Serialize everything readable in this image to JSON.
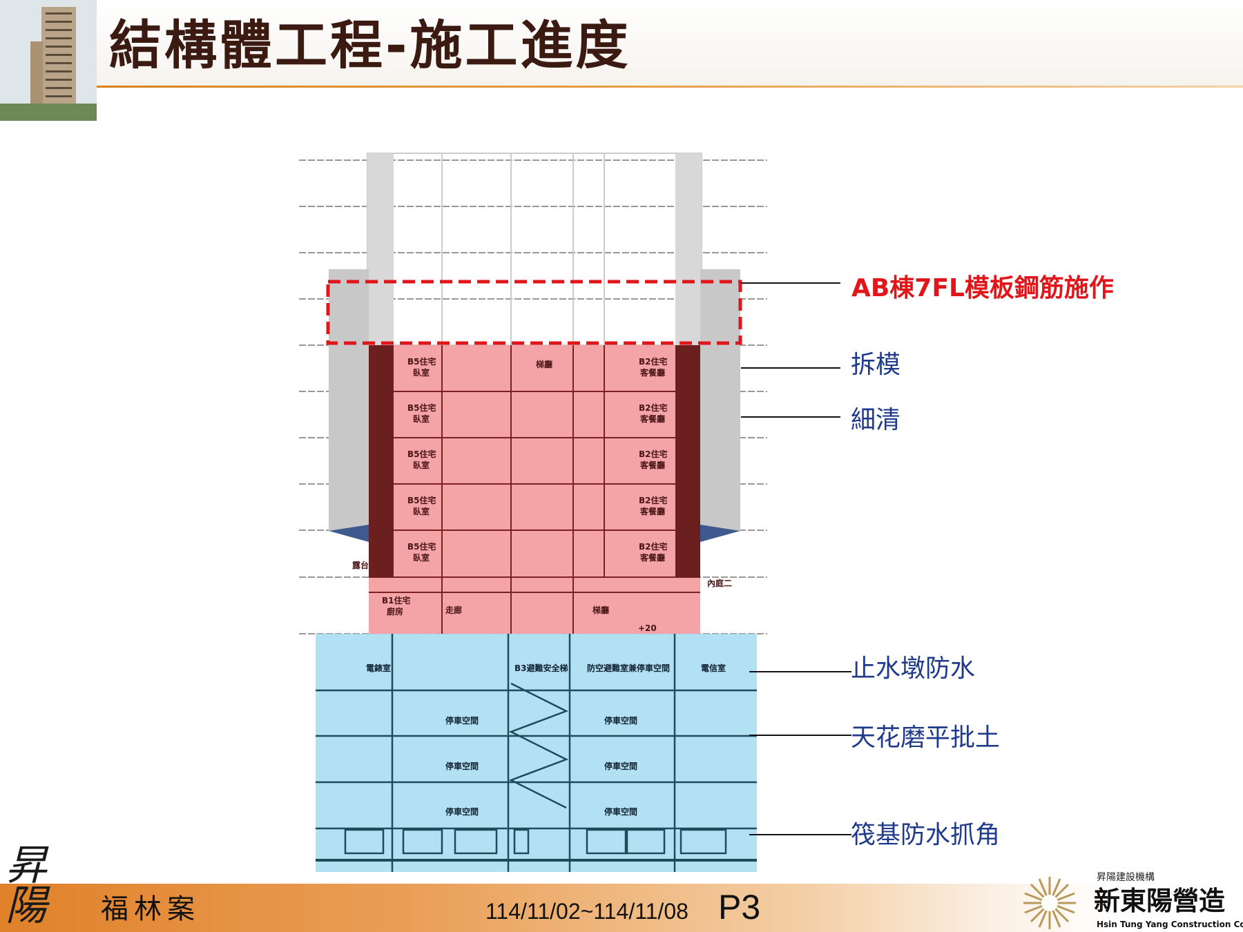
{
  "header": {
    "title": "結構體工程-施工進度"
  },
  "annotations": {
    "current_work": "AB棟7FL模板鋼筋施作",
    "formwork_removal": "拆模",
    "cleaning": "細清",
    "waterstop": "止水墩防水",
    "ceiling": "天花磨平批土",
    "raft": "筏基防水抓角"
  },
  "drawing": {
    "room_b5": "B5住宅",
    "room_b5_sub": "臥室",
    "room_stair": "梯廳",
    "room_b2": "B2住宅",
    "room_b2_sub": "客餐廳",
    "room_b1": "B1住宅",
    "room_b1_sub": "廚房",
    "corridor": "走廊",
    "balcony": "露台",
    "courtyard": "內庭二",
    "elec": "電錶室",
    "b3": "B3避難安全梯",
    "shelter": "防空避難室兼停車空間",
    "telecom": "電信室",
    "parking": "停車空間",
    "level": "+20",
    "colors": {
      "done": "#f4a3a6",
      "basement": "#a6dcf2",
      "scaffold": "#c8c8c8",
      "highlight": "#e0161b"
    }
  },
  "footer": {
    "signature": "昇陽",
    "project": "福林案",
    "dates": "114/11/02~114/11/08",
    "page": "P3",
    "company_small": "昇陽建設機構",
    "company": "新東陽營造",
    "company_en": "Hsin Tung Yang Construction Corp"
  }
}
